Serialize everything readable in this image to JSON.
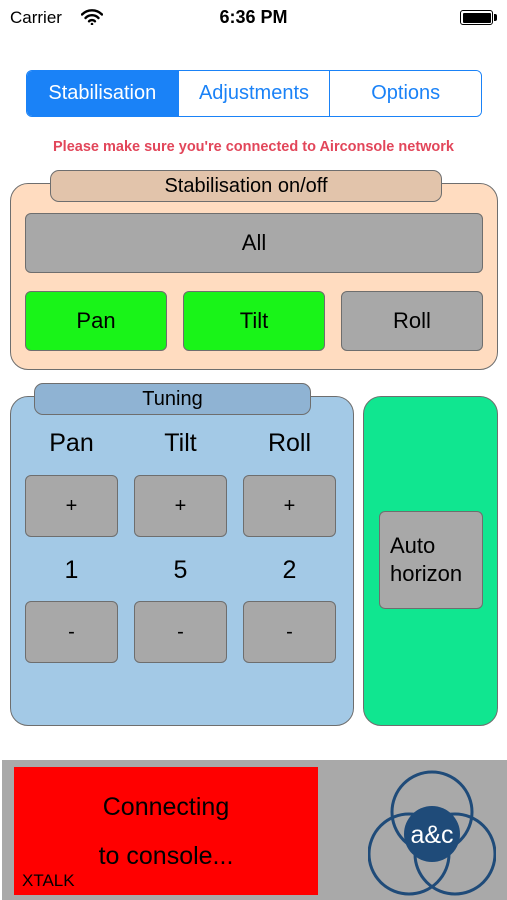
{
  "status_bar": {
    "carrier": "Carrier",
    "time": "6:36 PM"
  },
  "tabs": [
    {
      "label": "Stabilisation",
      "active": true
    },
    {
      "label": "Adjustments",
      "active": false
    },
    {
      "label": "Options",
      "active": false
    }
  ],
  "warning": "Please make sure you're connected to Airconsole network",
  "stabilisation": {
    "title": "Stabilisation on/off",
    "all_label": "All",
    "axes": [
      {
        "label": "Pan",
        "enabled": true
      },
      {
        "label": "Tilt",
        "enabled": true
      },
      {
        "label": "Roll",
        "enabled": false
      }
    ]
  },
  "tuning": {
    "title": "Tuning",
    "columns": [
      {
        "label": "Pan",
        "value": "1"
      },
      {
        "label": "Tilt",
        "value": "5"
      },
      {
        "label": "Roll",
        "value": "2"
      }
    ],
    "plus_label": "+",
    "minus_label": "-"
  },
  "auto_horizon": {
    "line1": "Auto",
    "line2": "horizon"
  },
  "footer": {
    "connect_line1": "Connecting",
    "connect_line2": "to console...",
    "brand": "XTALK",
    "logo_text": "a&c"
  },
  "colors": {
    "accent": "#1a82f7",
    "warning": "#e2465a",
    "stab_panel": "#ffdcc0",
    "tuning_panel": "#a3c9e6",
    "horizon_panel": "#10e690",
    "enabled": "#19f418",
    "disabled": "#a8a8a8",
    "connecting": "#ff0000",
    "logo": "#1f4b79"
  }
}
